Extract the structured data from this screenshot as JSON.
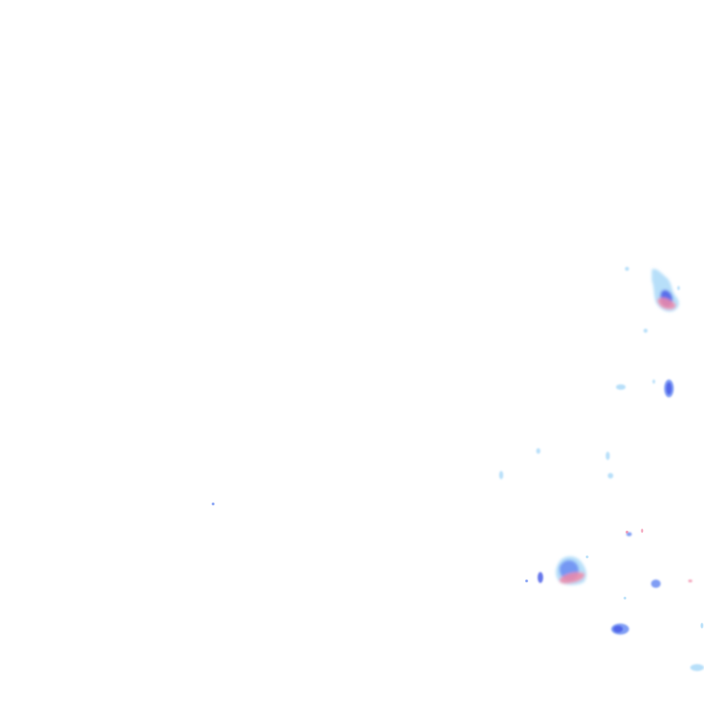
{
  "palette": {
    "light": "#9fd4f7",
    "moderate": "#6a8cf2",
    "heavy": "#4a5de8",
    "intense": "#f08aa8"
  },
  "echo_cells": [
    "cell-northeast-a",
    "cell-east-b",
    "cell-east-c",
    "cell-east-d",
    "cell-southeast-e",
    "cell-southeast-f",
    "cell-southeast-g",
    "cell-southeast-h",
    "cell-southeast-i",
    "cell-west-speck"
  ]
}
